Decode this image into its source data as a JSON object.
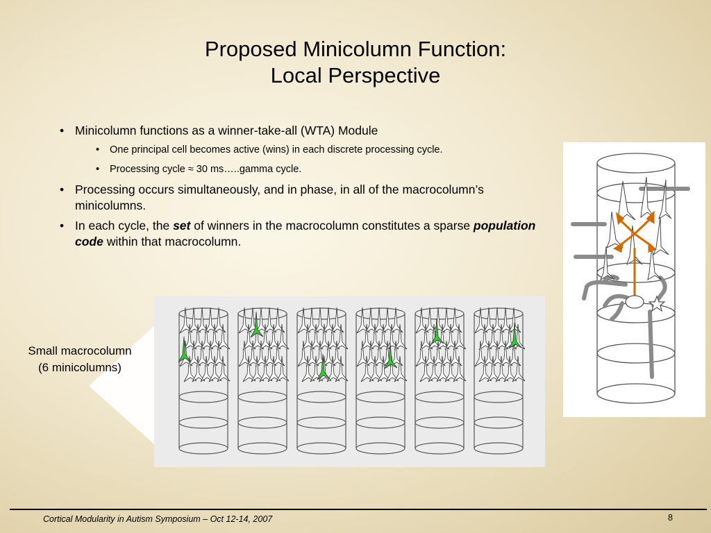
{
  "slide": {
    "title_line1": "Proposed Minicolumn Function:",
    "title_line2": "Local Perspective",
    "bullet1": "Minicolumn functions as a winner-take-all (WTA) Module",
    "bullet1_sub1": "One principal cell becomes active (wins) in each discrete processing cycle.",
    "bullet1_sub2": "Processing cycle ≈ 30 ms…..gamma cycle.",
    "bullet2": "Processing occurs simultaneously, and in phase, in all of the macrocolumn’s minicolumns.",
    "bullet3_pre": "In each cycle, the ",
    "bullet3_set": "set",
    "bullet3_mid": " of winners in the macrocolumn constitutes a sparse ",
    "bullet3_code": "population code",
    "bullet3_post": " within that macrocolumn.",
    "macro_label_line1": "Small macrocolumn",
    "macro_label_line2": "(6 minicolumns)",
    "footer": "Cortical Modularity in Autism Symposium – Oct 12-14, 2007",
    "page_number": "8"
  },
  "colors": {
    "winner_cell": "#33cc33",
    "lateral_arrows": "#d26a00",
    "panel_bg": "#ebebeb",
    "callout_fill": "#ffffff"
  }
}
